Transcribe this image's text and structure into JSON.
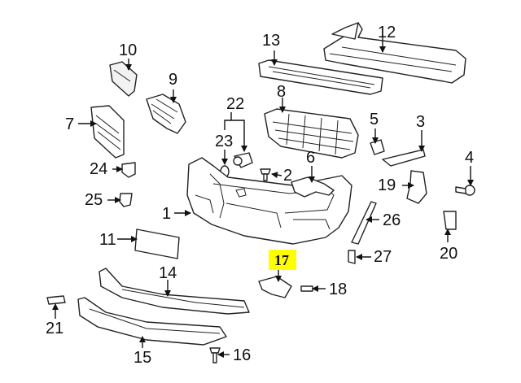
{
  "callouts": {
    "c1": "1",
    "c2": "2",
    "c3": "3",
    "c4": "4",
    "c5": "5",
    "c6": "6",
    "c7": "7",
    "c8": "8",
    "c9": "9",
    "c10": "10",
    "c11": "11",
    "c12": "12",
    "c13": "13",
    "c14": "14",
    "c15": "15",
    "c16": "16",
    "c17": "17",
    "c18": "18",
    "c19": "19",
    "c20": "20",
    "c21": "21",
    "c22": "22",
    "c23": "23",
    "c24": "24",
    "c25": "25",
    "c26": "26",
    "c27": "27"
  },
  "highlight_color": "#ffff00"
}
